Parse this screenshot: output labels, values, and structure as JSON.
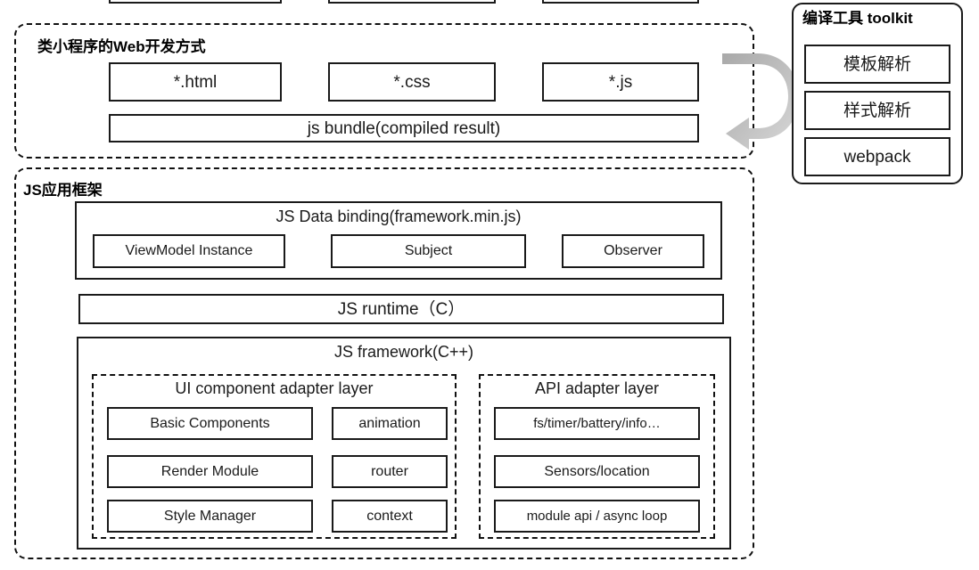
{
  "diagram": {
    "title_hidden": "",
    "web_dev_section": {
      "title": "类小程序的Web开发方式",
      "file_boxes": [
        {
          "label": "*.html"
        },
        {
          "label": "*.css"
        },
        {
          "label": "*.js"
        }
      ],
      "bundle": "js bundle(compiled result)"
    },
    "toolkit_section": {
      "title": "编译工具 toolkit",
      "items": [
        {
          "label": "模板解析"
        },
        {
          "label": "样式解析"
        },
        {
          "label": "webpack"
        }
      ]
    },
    "arrow": {
      "icon": "curved-arrow-left-icon",
      "color": "#b8b8b8"
    },
    "js_framework_section": {
      "title": "JS应用框架",
      "data_binding": {
        "caption": "JS Data binding(framework.min.js)",
        "items": [
          {
            "label": "ViewModel Instance"
          },
          {
            "label": "Subject"
          },
          {
            "label": "Observer"
          }
        ]
      },
      "runtime": "JS runtime（C）",
      "framework_cpp": {
        "caption": "JS framework(C++)",
        "ui_adapter": {
          "caption": "UI component adapter layer",
          "left_items": [
            {
              "label": "Basic Components"
            },
            {
              "label": "Render Module"
            },
            {
              "label": "Style Manager"
            }
          ],
          "right_items": [
            {
              "label": "animation"
            },
            {
              "label": "router"
            },
            {
              "label": "context"
            }
          ]
        },
        "api_adapter": {
          "caption": "API adapter layer",
          "items": [
            {
              "label": "fs/timer/battery/info…"
            },
            {
              "label": "Sensors/location"
            },
            {
              "label": "module api / async loop"
            }
          ]
        }
      }
    }
  }
}
